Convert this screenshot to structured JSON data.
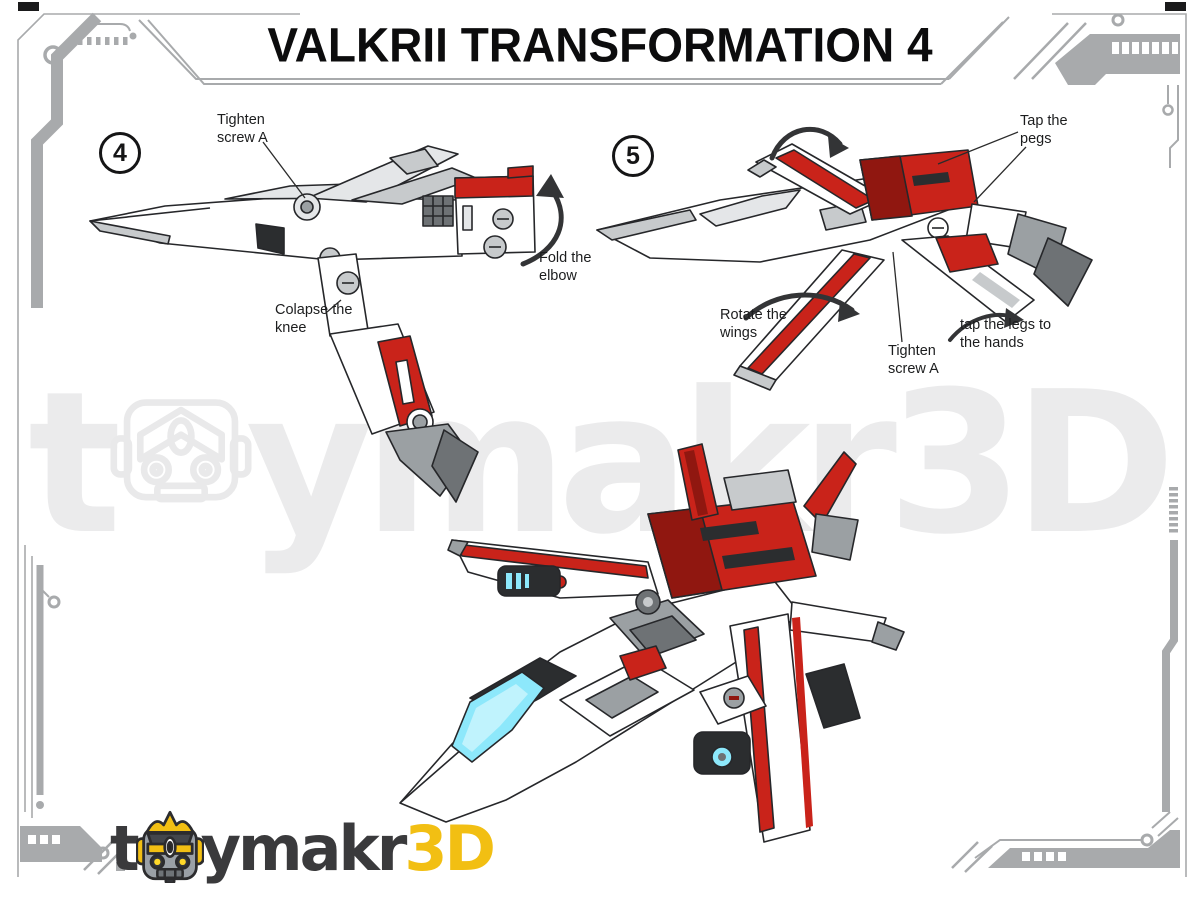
{
  "title": "VALKRII TRANSFORMATION 4",
  "steps": {
    "step4": {
      "number": "4",
      "labels": {
        "tighten_screw": "Tighten screw A",
        "fold_elbow": "Fold the elbow",
        "collapse_knee": "Colapse the knee"
      }
    },
    "step5": {
      "number": "5",
      "labels": {
        "tap_pegs": "Tap the pegs",
        "rotate_wings": "Rotate the wings",
        "tighten_screw": "Tighten screw A",
        "tap_legs": "tap the legs to the hands"
      }
    }
  },
  "watermark": {
    "prefix": "t",
    "middle": "ymakr",
    "suffix": "3D"
  },
  "logo": {
    "prefix": "t",
    "middle": "ymakr",
    "suffix": "3D"
  },
  "colors": {
    "accent_red": "#c9231a",
    "accent_red_dark": "#901710",
    "frame_gray": "#a8aaac",
    "watermark_gray": "#ebebec",
    "logo_dark": "#3a3a3c",
    "logo_gold": "#f2bf13",
    "canopy_cyan": "#8de8fb",
    "ink": "#1a1a1b"
  }
}
